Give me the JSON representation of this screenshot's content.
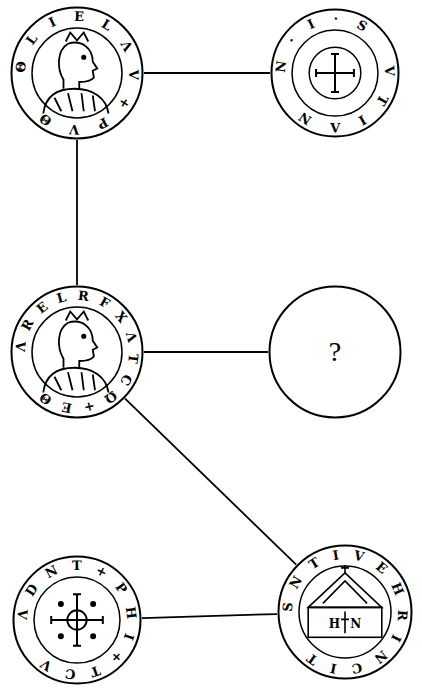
{
  "diagram": {
    "nodes": [
      {
        "text": [
          "ΘLIELΛV+ΡVΘ"
        ]
      },
      {
        "text": [
          "N·I·S VTIΛN"
        ]
      },
      {
        "text": [
          "ΛRELRFXΛTCΩ+EΘ"
        ]
      },
      {
        "text": [
          "?"
        ]
      },
      {
        "text": [
          "ΛDNT+ΡHI+TCV"
        ]
      },
      {
        "text": [
          "SNTIVEHRINCIT",
          "H N"
        ]
      }
    ],
    "edges": [
      {
        "from": 0,
        "to": 1,
        "arrow": "none"
      },
      {
        "from": 0,
        "to": 2,
        "arrow": "none"
      },
      {
        "from": 2,
        "to": 3,
        "arrow": "none"
      },
      {
        "from": 2,
        "to": 5,
        "arrow": "none"
      },
      {
        "from": 4,
        "to": 5,
        "arrow": "none"
      }
    ]
  }
}
